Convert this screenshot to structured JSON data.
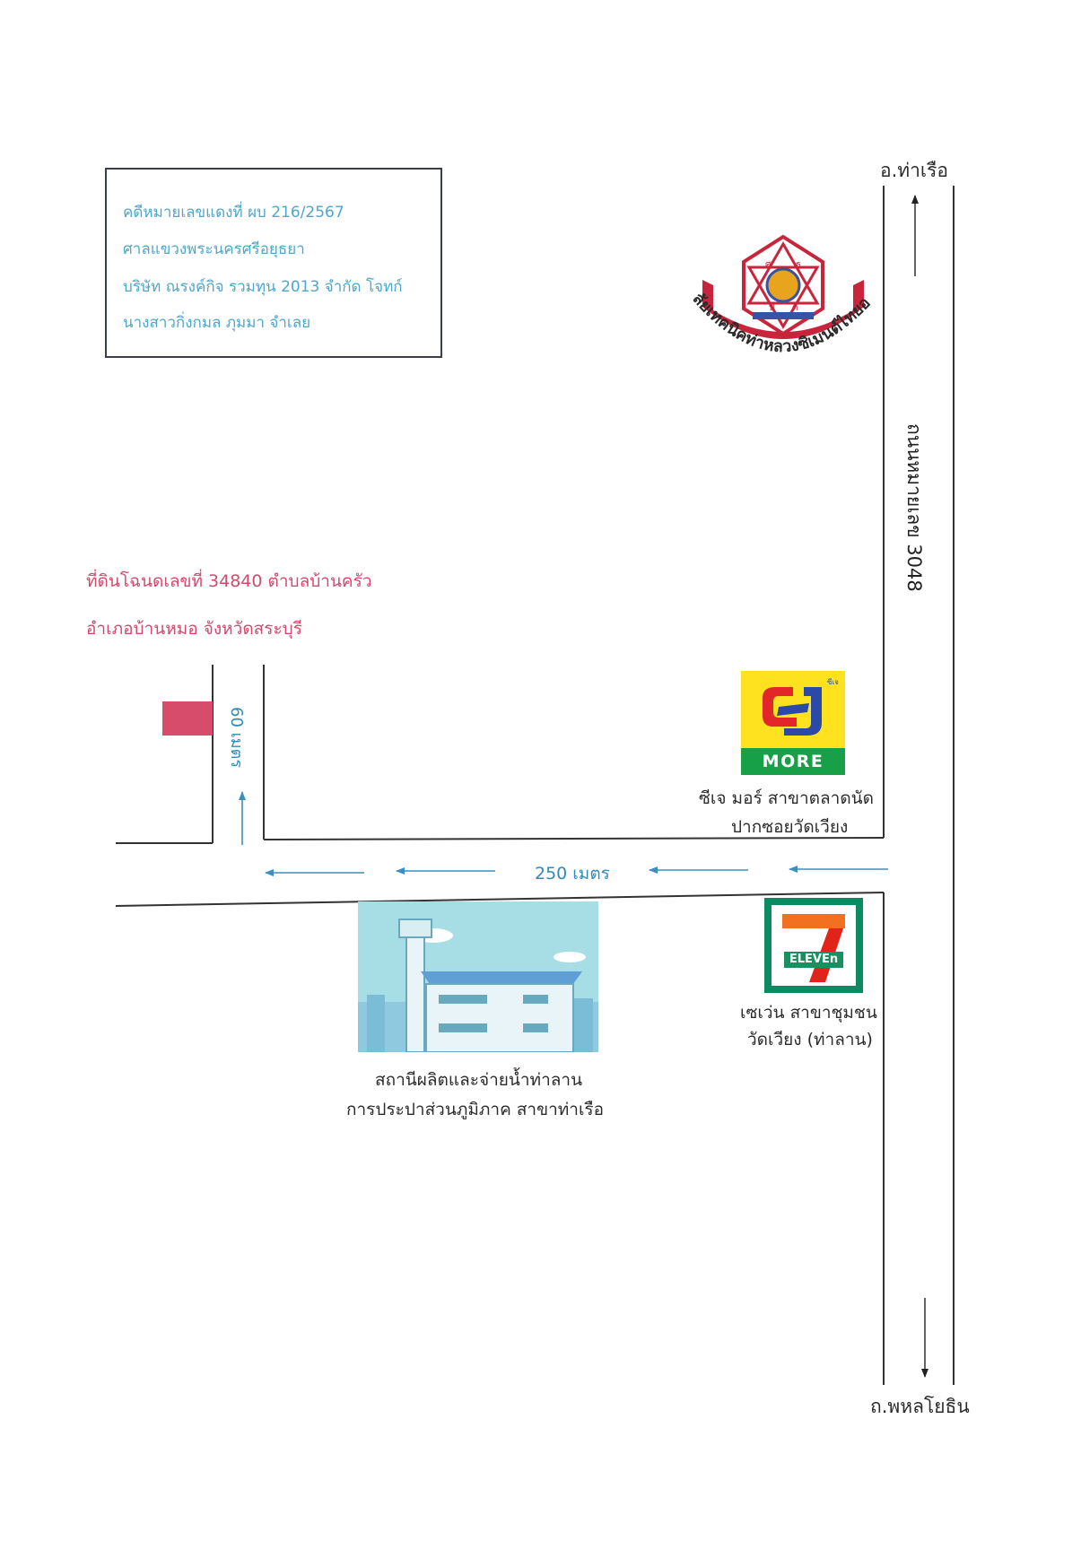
{
  "case_box": {
    "line1": "คดีหมายเลขแดงที่ ผบ 216/2567",
    "line2": "ศาลแขวงพระนครศรีอยุธยา",
    "line3": "บริษัท ณรงค์กิจ รวมทุน 2013 จำกัด  โจทก์",
    "line4": "นางสาวกิ่งกมล  ภุมมา จำเลย"
  },
  "land": {
    "line1": "ที่ดินโฉนดเลขที่  34840  ตำบลบ้านครัว",
    "line2": "อำเภอบ้านหมอ  จังหวัดสระบุรี"
  },
  "roads": {
    "north_label": "อ.ท่าเรือ",
    "south_label": "ถ.พหลโยธิน",
    "highway_label": "ถนนหมายเลข 3048",
    "distance_main": "250 เมตร",
    "distance_side": "60 เมตร"
  },
  "college": {
    "arc_text": "วิทยาลัยเทคนิคท่าหลวงซิเมนต์ไทยอนุสรณ์",
    "seal_letters": [
      "ศ",
      "ธ",
      "ป",
      "ดี"
    ]
  },
  "cj": {
    "logo_text": "MORE",
    "logo_small": "ซีเจ",
    "name1": "ซีเจ มอร์ สาขาตลาดนัด",
    "name2": "ปากซอยวัดเวียง"
  },
  "seven": {
    "logo_text": "ELEVEn",
    "name1": "เซเว่น สาขาชุมชน",
    "name2": "วัดเวียง (ท่าลาน)"
  },
  "water": {
    "name1": "สถานีผลิตและจ่ายน้ำท่าลาน",
    "name2": "การประปาส่วนภูมิภาค สาขาท่าเรือ"
  },
  "colors": {
    "case_text": "#4fa7c9",
    "land_text": "#d24a6e",
    "land_marker": "#d84c6b",
    "arrows": "#3a8fc0",
    "roads": "#333333"
  }
}
